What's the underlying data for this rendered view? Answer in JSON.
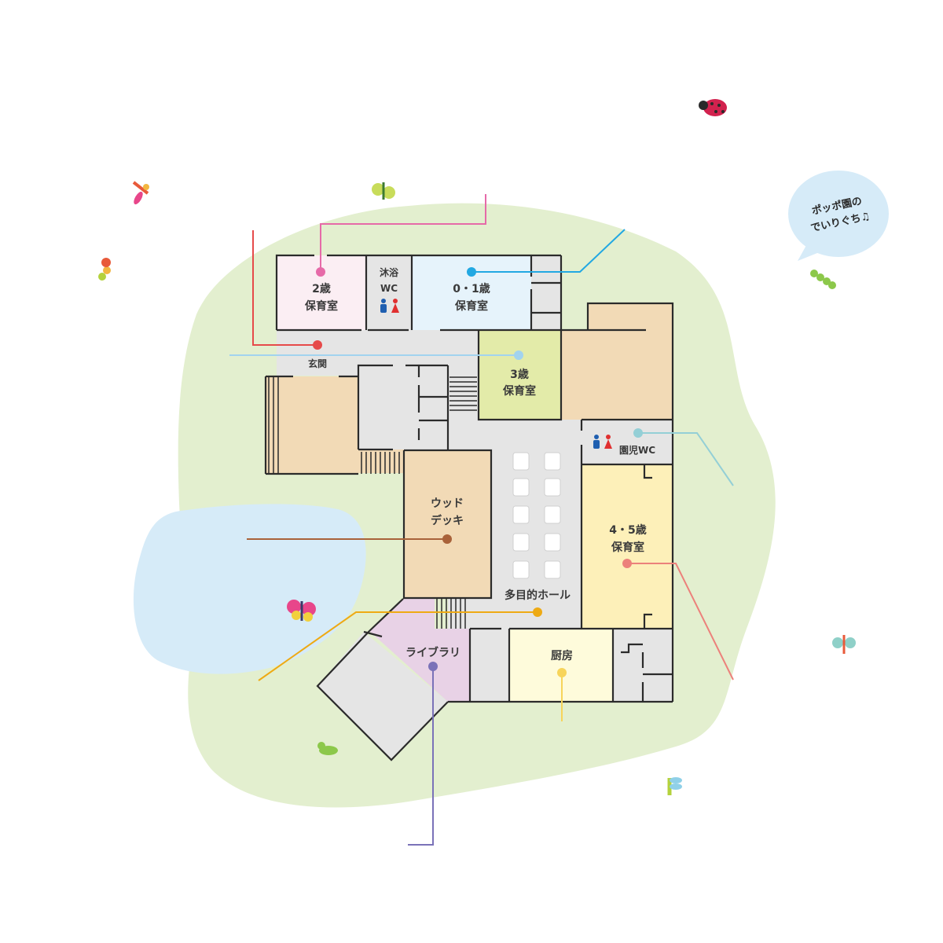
{
  "bubble": {
    "line1": "ポッポ園の",
    "line2": "でいりぐち♫"
  },
  "rooms": {
    "age2": {
      "line1": "2歳",
      "line2": "保育室"
    },
    "bath_wc": {
      "line1": "沐浴",
      "line2": "WC"
    },
    "age01": {
      "line1": "0・1歳",
      "line2": "保育室"
    },
    "entrance": "玄関",
    "age3": {
      "line1": "3歳",
      "line2": "保育室"
    },
    "kids_wc": "園児WC",
    "wood_deck": {
      "line1": "ウッド",
      "line2": "デッキ"
    },
    "age45": {
      "line1": "4・5歳",
      "line2": "保育室"
    },
    "hall": "多目的ホール",
    "library": "ライブラリ",
    "kitchen": "厨房"
  },
  "colors": {
    "grass": "#e3efcf",
    "pond": "#d6ebf8",
    "corridor": "#e5e5e5",
    "wood": "#f2dab6",
    "age2": "#fbeef3",
    "age01": "#e6f3fb",
    "age3": "#e3eba9",
    "age45": "#fdf0b9",
    "kitchen": "#fefbdb",
    "library": "#e8d2e6",
    "bubble": "#d6ebf8"
  },
  "markers": [
    {
      "name": "age2",
      "color": "#e66aa8"
    },
    {
      "name": "entrance",
      "color": "#e64a4a"
    },
    {
      "name": "age01",
      "color": "#22a8e2"
    },
    {
      "name": "age3",
      "color": "#a2d3ef"
    },
    {
      "name": "kids-wc",
      "color": "#94cfd6"
    },
    {
      "name": "wood-deck",
      "color": "#a9623a"
    },
    {
      "name": "age45",
      "color": "#ec817b"
    },
    {
      "name": "hall",
      "color": "#eeaa14"
    },
    {
      "name": "library",
      "color": "#7a72b8"
    },
    {
      "name": "kitchen",
      "color": "#f7d45a"
    }
  ]
}
